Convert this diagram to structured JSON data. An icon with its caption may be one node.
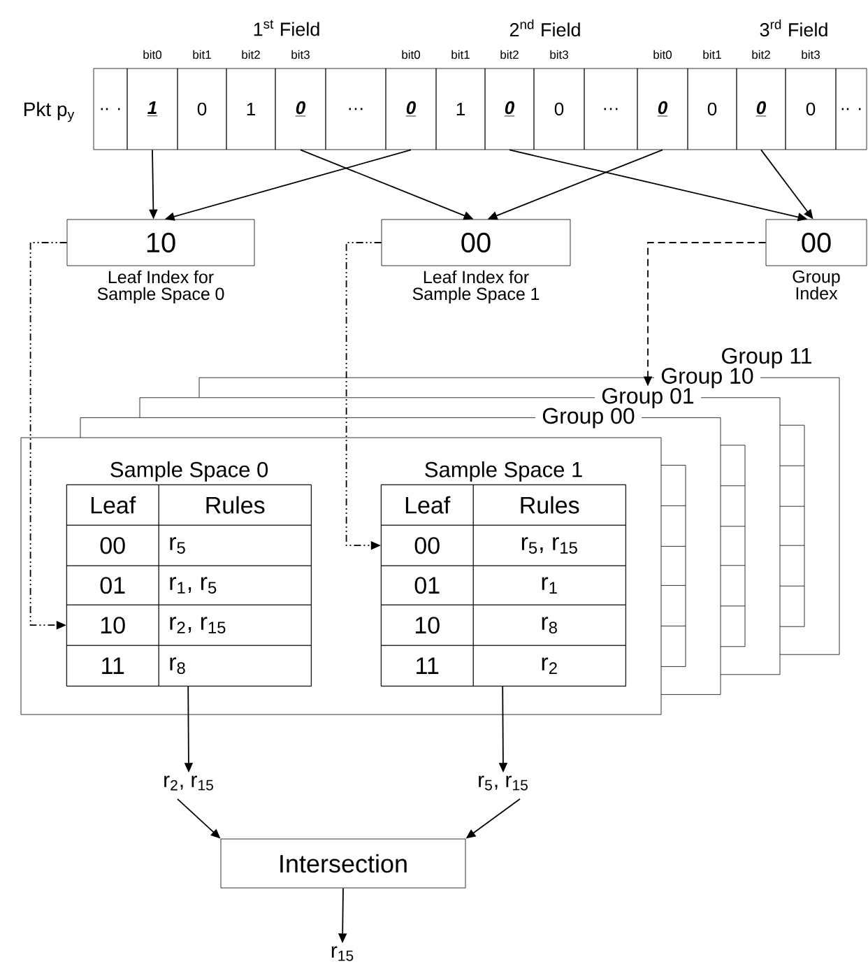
{
  "diagram": {
    "nodes": [
      {
        "text": [
          ".. ."
        ]
      },
      {
        "text": [
          "1"
        ]
      },
      {
        "text": [
          "0"
        ]
      },
      {
        "text": [
          "1"
        ]
      },
      {
        "text": [
          "0"
        ]
      },
      {
        "text": [
          "…"
        ]
      },
      {
        "text": [
          "0"
        ]
      },
      {
        "text": [
          "1"
        ]
      },
      {
        "text": [
          "0"
        ]
      },
      {
        "text": [
          "0"
        ]
      },
      {
        "text": [
          "…"
        ]
      },
      {
        "text": [
          "0"
        ]
      },
      {
        "text": [
          "0"
        ]
      },
      {
        "text": [
          "0"
        ]
      },
      {
        "text": [
          "0"
        ]
      },
      {
        "text": [
          ".. ."
        ]
      },
      {
        "text": [
          "10"
        ],
        "beside": [
          "Leaf Index for Sample Space 0"
        ]
      },
      {
        "text": [
          "00"
        ],
        "beside": [
          "Leaf Index for Sample Space 1"
        ]
      },
      {
        "text": [
          "00"
        ],
        "beside": [
          "Group Index"
        ]
      },
      {
        "text": [
          "Group 11"
        ]
      },
      {
        "text": [
          "Group 10"
        ]
      },
      {
        "text": [
          "Group 01"
        ]
      },
      {
        "text": [
          "Group 00"
        ]
      },
      {
        "text": [
          "Sample Space 0"
        ],
        "in": 22
      },
      {
        "text": [
          "Leaf"
        ],
        "in": 23
      },
      {
        "text": [
          "Rules"
        ],
        "in": 23
      },
      {
        "text": [
          "00"
        ],
        "in": 23
      },
      {
        "text": [
          "r$_{5}$"
        ],
        "in": 23
      },
      {
        "text": [
          "01"
        ],
        "in": 23
      },
      {
        "text": [
          "r$_{1}$, r$_{5}$"
        ],
        "in": 23
      },
      {
        "text": [
          "10"
        ],
        "in": 23
      },
      {
        "text": [
          "r$_{2}$, r$_{15}$"
        ],
        "in": 23
      },
      {
        "text": [
          "11"
        ],
        "in": 23
      },
      {
        "text": [
          "r$_{8}$"
        ],
        "in": 23
      },
      {
        "text": [
          "Sample Space 1"
        ],
        "in": 22
      },
      {
        "text": [
          "Leaf"
        ],
        "in": 34
      },
      {
        "text": [
          "Rules"
        ],
        "in": 34
      },
      {
        "text": [
          "00"
        ],
        "in": 34
      },
      {
        "text": [
          "r$_{5}$, r$_{15}$"
        ],
        "in": 34
      },
      {
        "text": [
          "01"
        ],
        "in": 34
      },
      {
        "text": [
          "r$_{1}$"
        ],
        "in": 34
      },
      {
        "text": [
          "10"
        ],
        "in": 34
      },
      {
        "text": [
          "r$_{8}$"
        ],
        "in": 34
      },
      {
        "text": [
          "11"
        ],
        "in": 34
      },
      {
        "text": [
          "r$_{2}$"
        ],
        "in": 34
      },
      {
        "text": [
          "r$_{2}$, r$_{15}$"
        ]
      },
      {
        "text": [
          "r$_{5}$, r$_{15}$"
        ]
      },
      {
        "text": [
          "Intersection"
        ]
      },
      {
        "text": [
          "r$_{15}$"
        ]
      }
    ],
    "edges": [
      {
        "from": 1,
        "to": 16,
        "arrow": "to"
      },
      {
        "from": 4,
        "to": 17,
        "arrow": "to"
      },
      {
        "from": 6,
        "to": 16,
        "arrow": "to"
      },
      {
        "from": 8,
        "to": 18,
        "arrow": "to"
      },
      {
        "from": 11,
        "to": 17,
        "arrow": "to"
      },
      {
        "from": 13,
        "to": 18,
        "arrow": "to"
      },
      {
        "from": 16,
        "to": 30,
        "arrow": "to",
        "style": "dashed"
      },
      {
        "from": 17,
        "to": 37,
        "arrow": "to",
        "style": "dashed"
      },
      {
        "from": 18,
        "to": 21,
        "arrow": "to",
        "style": "dashed"
      },
      {
        "from": 23,
        "to": 45,
        "arrow": "to"
      },
      {
        "from": 34,
        "to": 46,
        "arrow": "to"
      },
      {
        "from": 45,
        "to": 47,
        "arrow": "to"
      },
      {
        "from": 46,
        "to": 47,
        "arrow": "to"
      },
      {
        "from": 47,
        "to": 48,
        "arrow": "to"
      }
    ],
    "labels": [
      "1$^{st}$ Field",
      "2$^{nd}$ Field",
      "3$^{rd}$ Field",
      "bit0",
      "bit1",
      "bit2",
      "bit3",
      "bit0",
      "bit1",
      "bit2",
      "bit3",
      "bit0",
      "bit1",
      "bit2",
      "bit3",
      "Pkt p$_{y}$"
    ]
  }
}
